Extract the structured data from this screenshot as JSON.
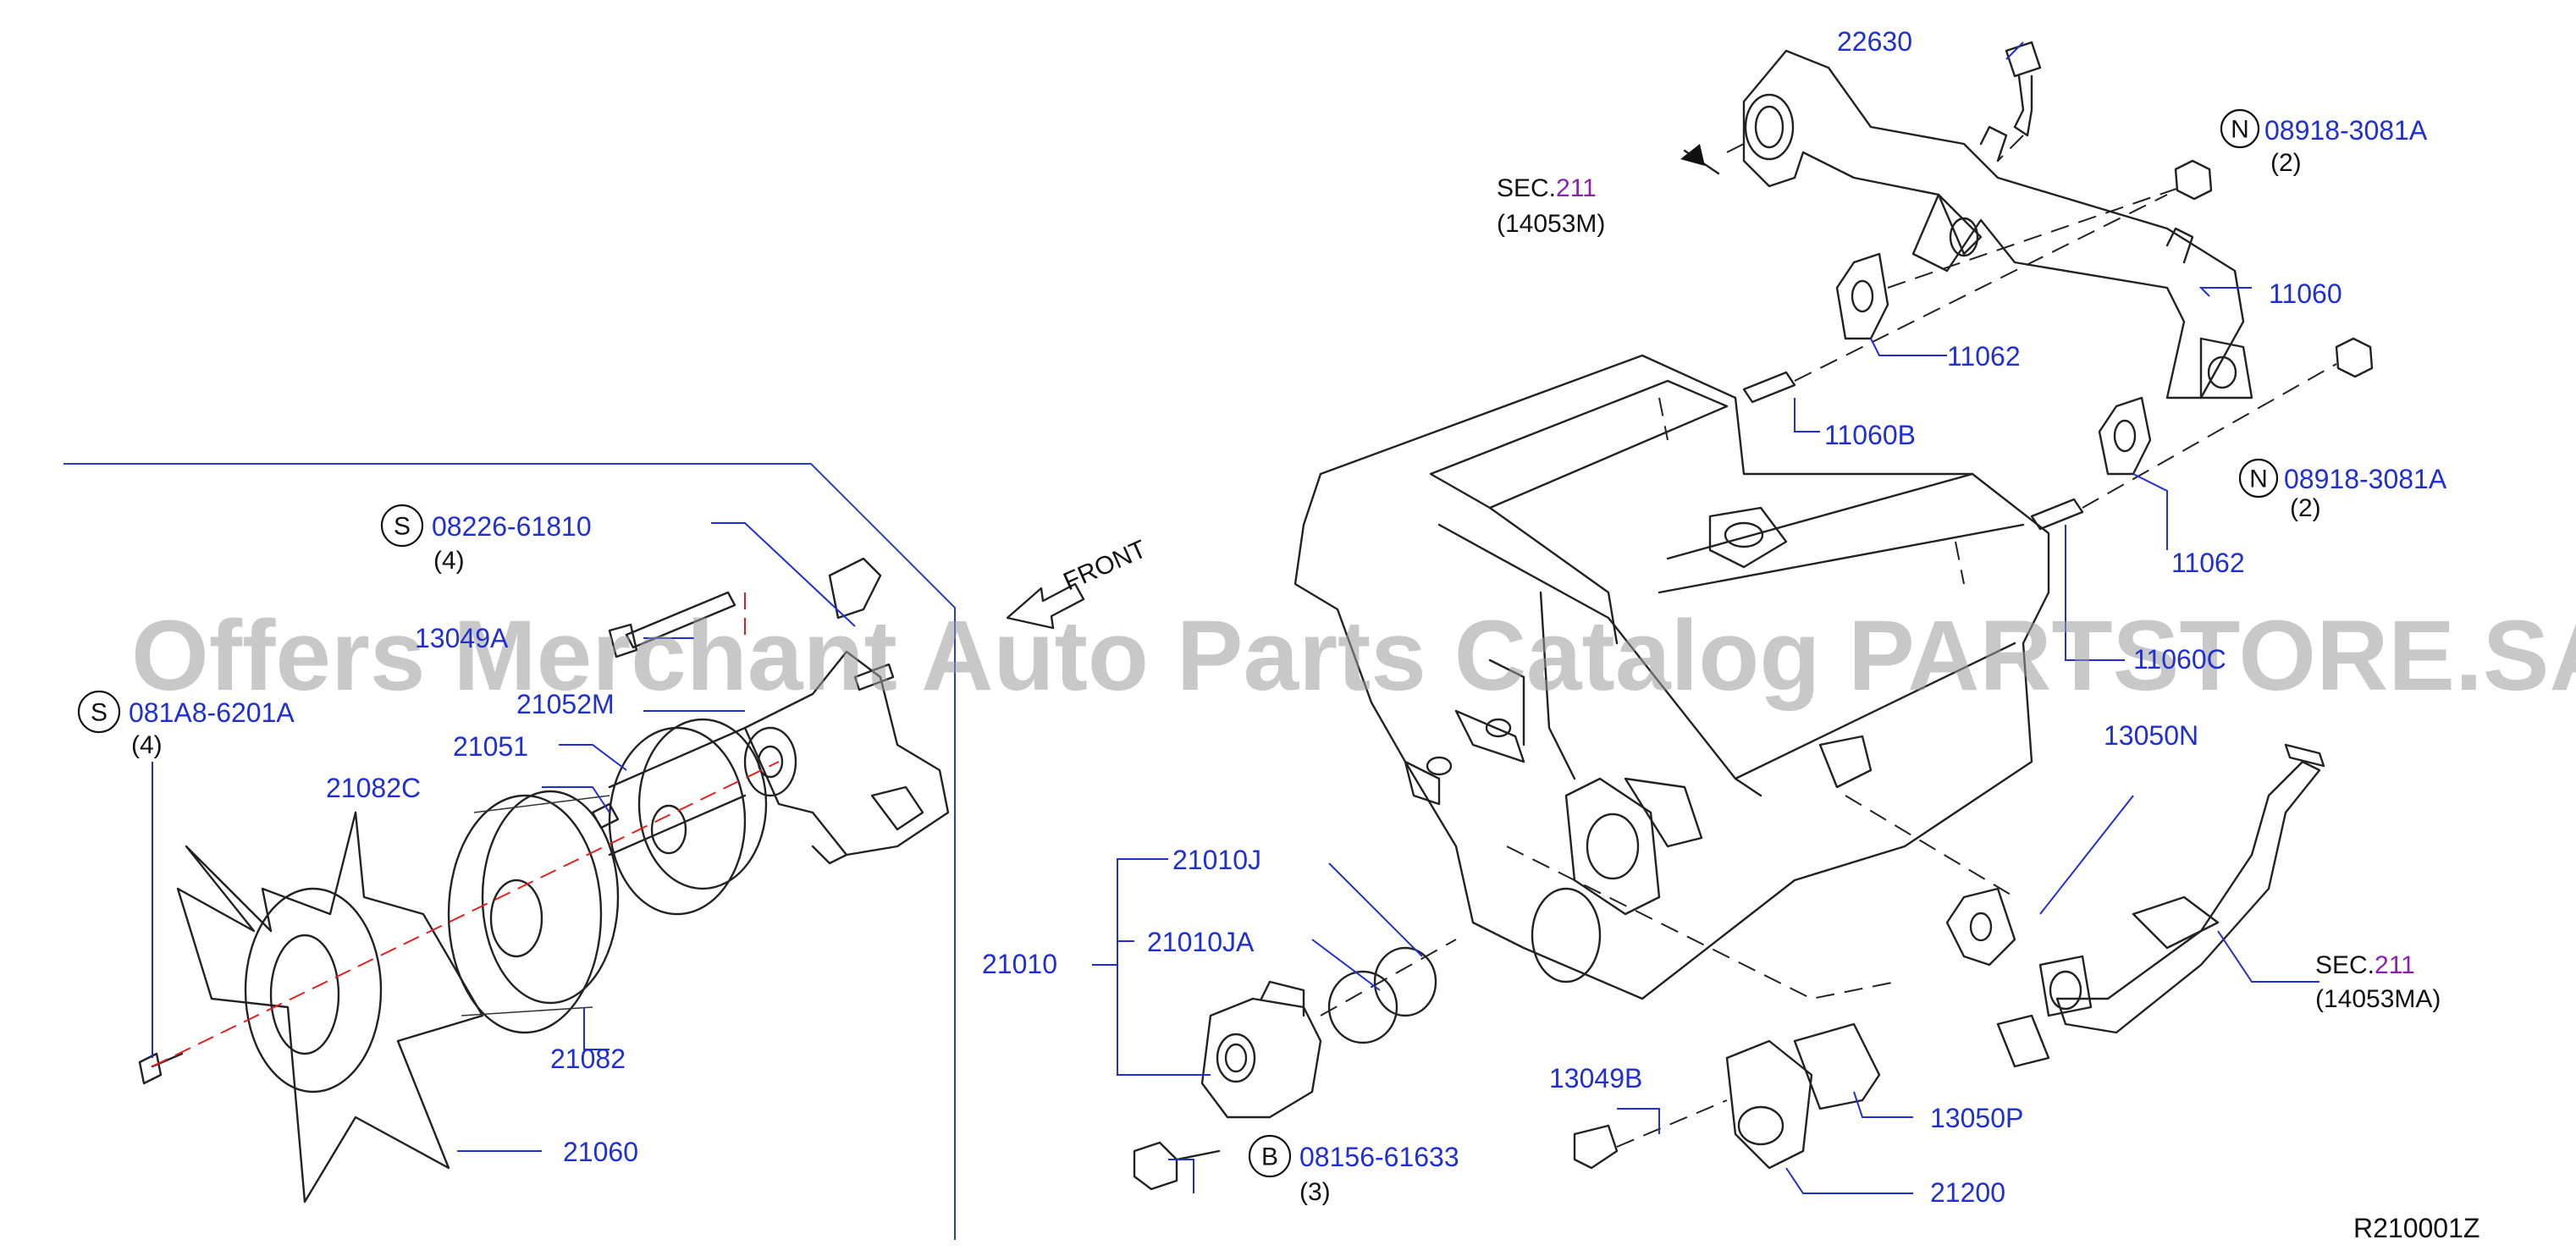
{
  "watermark": "Offers Merchant Auto Parts Catalog PARTSTORE.SA",
  "diagram_code": "R210001Z",
  "front_label": "FRONT",
  "parts": {
    "p22630": "22630",
    "p11060": "11060",
    "p11062a": "11062",
    "p11060b": "11060B",
    "p11062b": "11062",
    "p11060c": "11060C",
    "p13050n": "13050N",
    "p21010j": "21010J",
    "p21010ja": "21010JA",
    "p21010": "21010",
    "p13049b": "13049B",
    "p13050p": "13050P",
    "p21200": "21200",
    "p21052m": "21052M",
    "p21051": "21051",
    "p21082c": "21082C",
    "p21082": "21082",
    "p21060": "21060",
    "p13049a": "13049A"
  },
  "refs": {
    "n_top": {
      "badge": "N",
      "code": "08918-3081A",
      "qty": "(2)"
    },
    "n_mid": {
      "badge": "N",
      "code": "08918-3081A",
      "qty": "(2)"
    },
    "s_top": {
      "badge": "S",
      "code": "08226-61810",
      "qty": "(4)"
    },
    "s_left": {
      "badge": "S",
      "code": "081A8-6201A",
      "qty": "(4)"
    },
    "b_bottom": {
      "badge": "B",
      "code": "08156-61633",
      "qty": "(3)"
    }
  },
  "sections": {
    "sec_top": {
      "prefix": "SEC.",
      "num": "211",
      "ref": "(14053M)"
    },
    "sec_right": {
      "prefix": "SEC.",
      "num": "211",
      "ref": "(14053MA)"
    }
  }
}
